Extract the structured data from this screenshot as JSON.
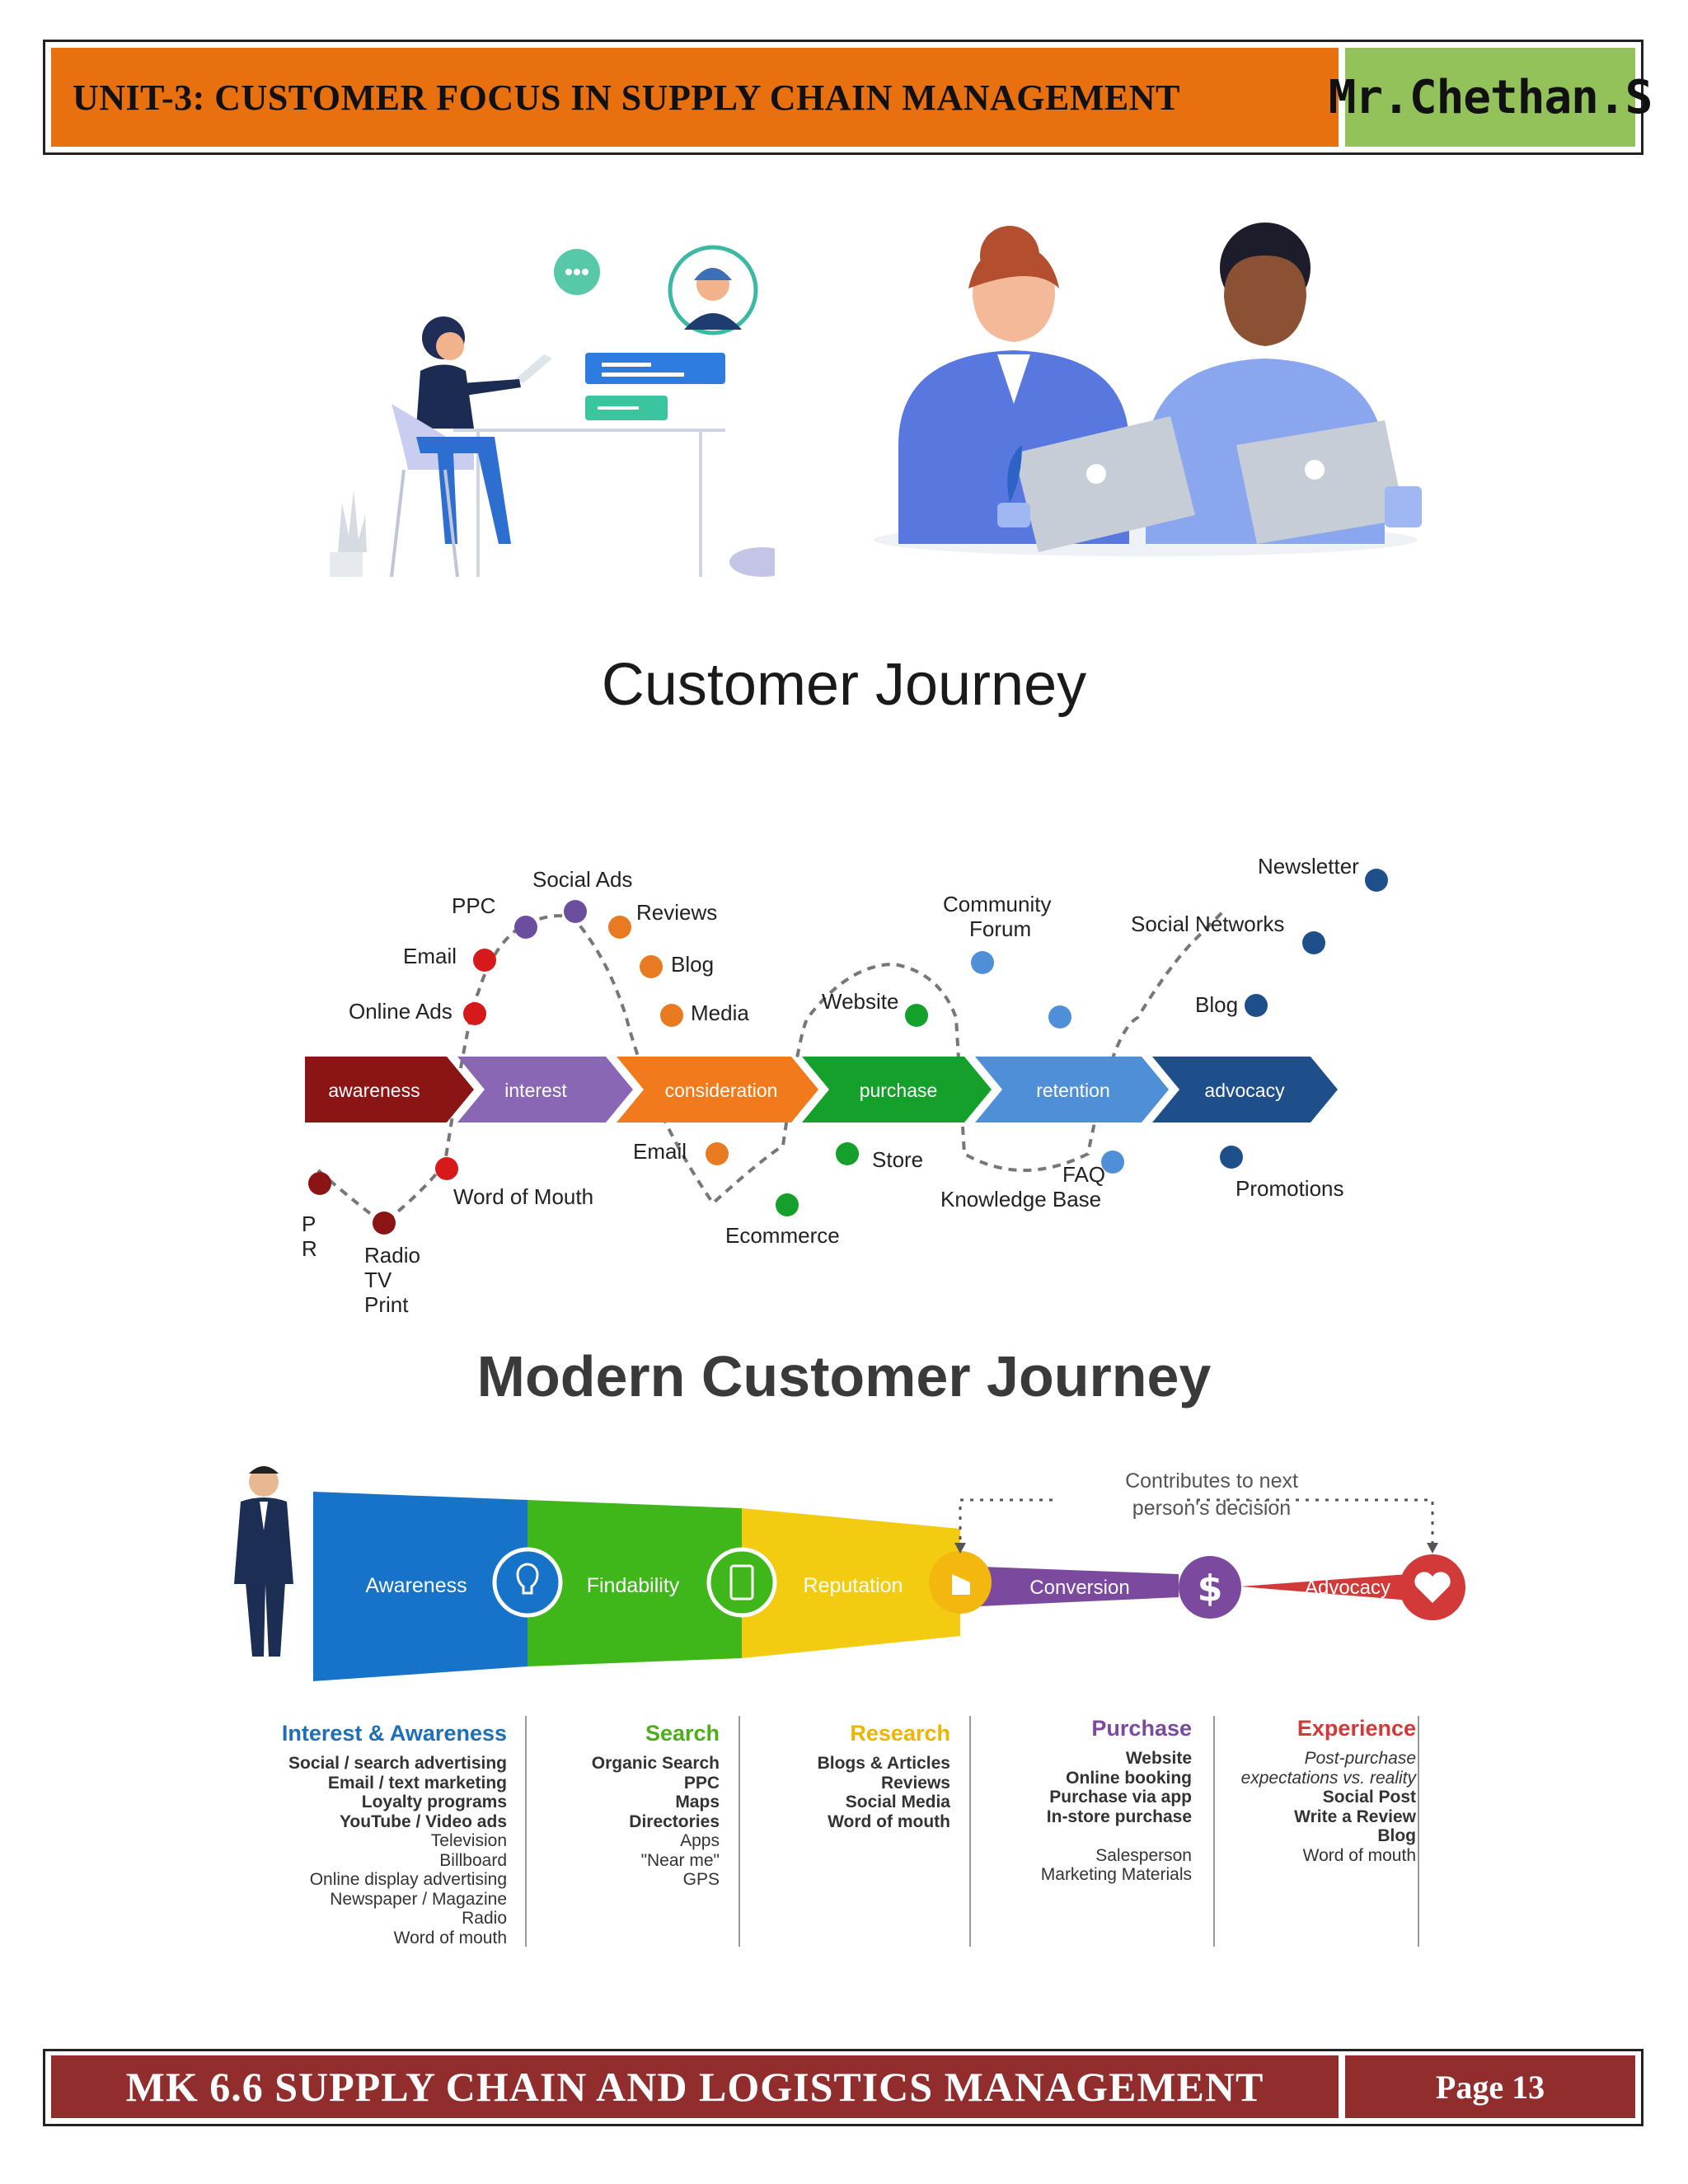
{
  "header": {
    "title": "UNIT-3: CUSTOMER FOCUS IN SUPPLY CHAIN MANAGEMENT",
    "author": "Mr.Chethan.S"
  },
  "footer": {
    "course": "MK 6.6 SUPPLY CHAIN AND LOGISTICS MANAGEMENT",
    "page": "Page 13"
  },
  "journey1": {
    "title": "Customer Journey",
    "stages": [
      "awareness",
      "interest",
      "consideration",
      "purchase",
      "retention",
      "advocacy"
    ],
    "labels": {
      "social_ads": "Social Ads",
      "ppc": "PPC",
      "reviews": "Reviews",
      "email_top": "Email",
      "blog1": "Blog",
      "online_ads": "Online Ads",
      "media": "Media",
      "community": "Community",
      "forum": "Forum",
      "website": "Website",
      "newsletter": "Newsletter",
      "social_networks": "Social Networks",
      "blog2": "Blog",
      "email_bottom": "Email",
      "store": "Store",
      "word_of_mouth": "Word of Mouth",
      "faq": "FAQ",
      "knowledge_base": "Knowledge Base",
      "promotions": "Promotions",
      "ecommerce": "Ecommerce",
      "p": "P",
      "r": "R",
      "radio": "Radio",
      "tv": "TV",
      "print": "Print"
    }
  },
  "journey2": {
    "title": "Modern Customer Journey",
    "note_line1": "Contributes to next",
    "note_line2": "person's decision",
    "stages": [
      "Awareness",
      "Findability",
      "Reputation",
      "Conversion",
      "Advocacy"
    ],
    "columns": [
      {
        "heading": "Interest & Awareness",
        "color": "#1f6fb5",
        "items": [
          "Social / search advertising",
          "Email / text marketing",
          "Loyalty programs",
          "YouTube / Video ads",
          "Television",
          "Billboard",
          "Online display advertising",
          "Newspaper / Magazine",
          "Radio",
          "Word of mouth"
        ]
      },
      {
        "heading": "Search",
        "color": "#4caf1a",
        "items": [
          "Organic Search",
          "PPC",
          "Maps",
          "Directories",
          "Apps",
          "\"Near me\"",
          "GPS"
        ]
      },
      {
        "heading": "Research",
        "color": "#f0b400",
        "items": [
          "Blogs & Articles",
          "Reviews",
          "Social Media",
          "Word of mouth"
        ]
      },
      {
        "heading": "Purchase",
        "color": "#7b4a9e",
        "items": [
          "Website",
          "Online booking",
          "Purchase via app",
          "In-store purchase",
          "",
          "Salesperson",
          "Marketing Materials"
        ]
      },
      {
        "heading": "Experience",
        "color": "#d23a3a",
        "items": [
          "Post-purchase",
          "expectations vs. reality",
          "Social Post",
          "Write a Review",
          "Blog",
          "Word of mouth"
        ]
      }
    ]
  }
}
